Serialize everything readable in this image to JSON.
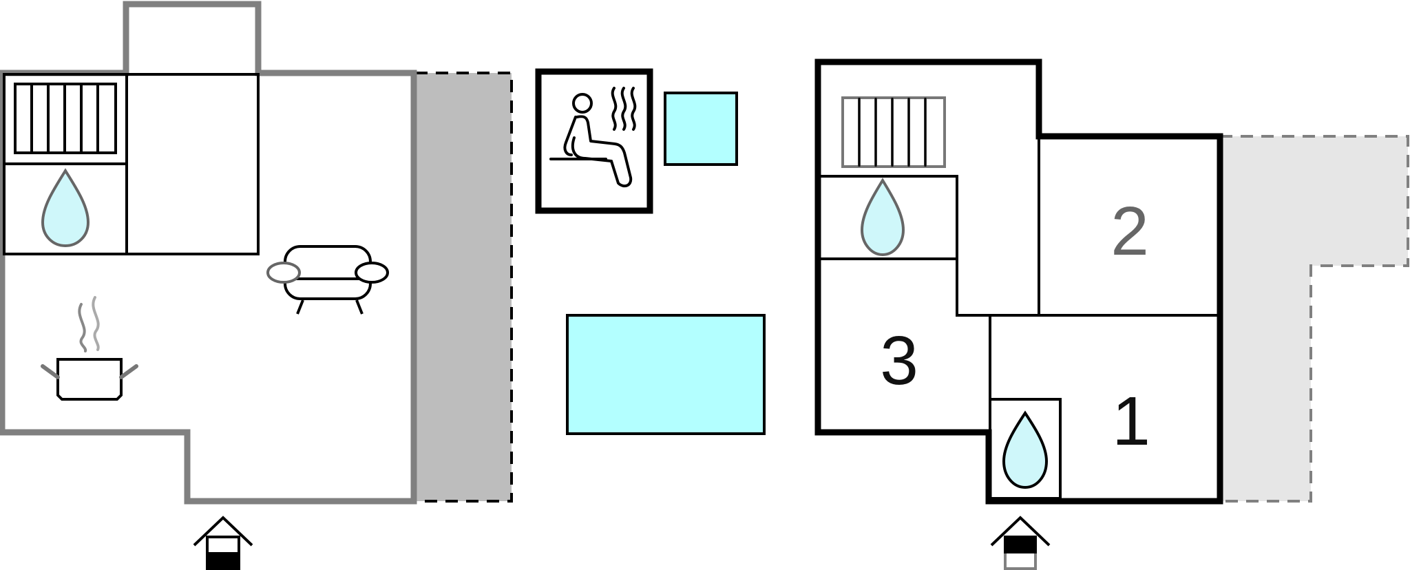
{
  "floor_plan": {
    "left_floor": {
      "rooms": [
        {
          "kind": "kitchen",
          "icon": "cooking-pot-icon"
        },
        {
          "kind": "living-room",
          "icon": "sofa-icon"
        },
        {
          "kind": "bathroom",
          "icon": "water-drop-icon"
        },
        {
          "kind": "storage",
          "icon": "radiator-icon"
        }
      ],
      "terrace": {
        "fill": "#bdbdbd"
      },
      "entrance_icon": "house-entrance-icon"
    },
    "middle": {
      "sauna_icon": "sauna-icon",
      "pools": [
        {
          "kind": "whirlpool",
          "fill": "#b3ffff"
        },
        {
          "kind": "pool",
          "fill": "#b3ffff"
        }
      ]
    },
    "right_floor": {
      "rooms": [
        {
          "number": "1"
        },
        {
          "number": "2"
        },
        {
          "number": "3"
        }
      ],
      "bathrooms": 2,
      "terrace": {
        "fill": "#e6e6e6"
      },
      "entrance_icon": "house-entrance-icon"
    },
    "colors": {
      "wall": "#000000",
      "grey_wall": "#808080",
      "water": "#b3ffff",
      "drop": "#cff7fa",
      "terrace_dark": "#bdbdbd",
      "terrace_light": "#e6e6e6"
    }
  }
}
